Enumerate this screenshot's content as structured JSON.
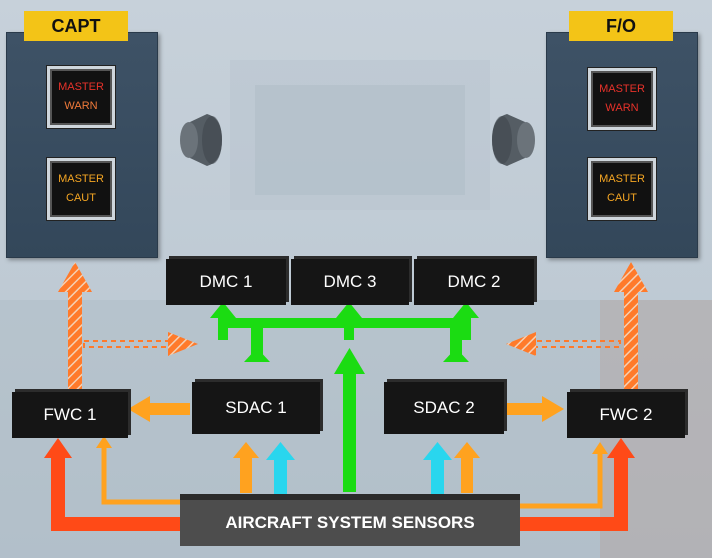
{
  "panels": {
    "captain": {
      "label": "CAPT",
      "master_warn": {
        "line1": "MASTER",
        "line2": "WARN"
      },
      "master_caut": {
        "line1": "MASTER",
        "line2": "CAUT"
      }
    },
    "first_officer": {
      "label": "F/O",
      "master_warn": {
        "line1": "MASTER",
        "line2": "WARN"
      },
      "master_caut": {
        "line1": "MASTER",
        "line2": "CAUT"
      }
    }
  },
  "boxes": {
    "dmc1": "DMC 1",
    "dmc3": "DMC 3",
    "dmc2": "DMC 2",
    "sdac1": "SDAC 1",
    "sdac2": "SDAC 2",
    "fwc1": "FWC 1",
    "fwc2": "FWC 2",
    "sensors": "AIRCRAFT SYSTEM SENSORS"
  },
  "colors": {
    "panel_label": "#f3c417",
    "master_warn_text": "#e8322a",
    "master_caut_text": "#f5a623",
    "green_arrow": "#1bdc12",
    "orange_arrow": "#ffa21f",
    "red_arrow": "#ff4a17",
    "cyan_arrow": "#29d6ee",
    "hatched_arrow": "#ff7a2a"
  },
  "icons": [
    "loudspeaker-icon-left",
    "loudspeaker-icon-right"
  ]
}
